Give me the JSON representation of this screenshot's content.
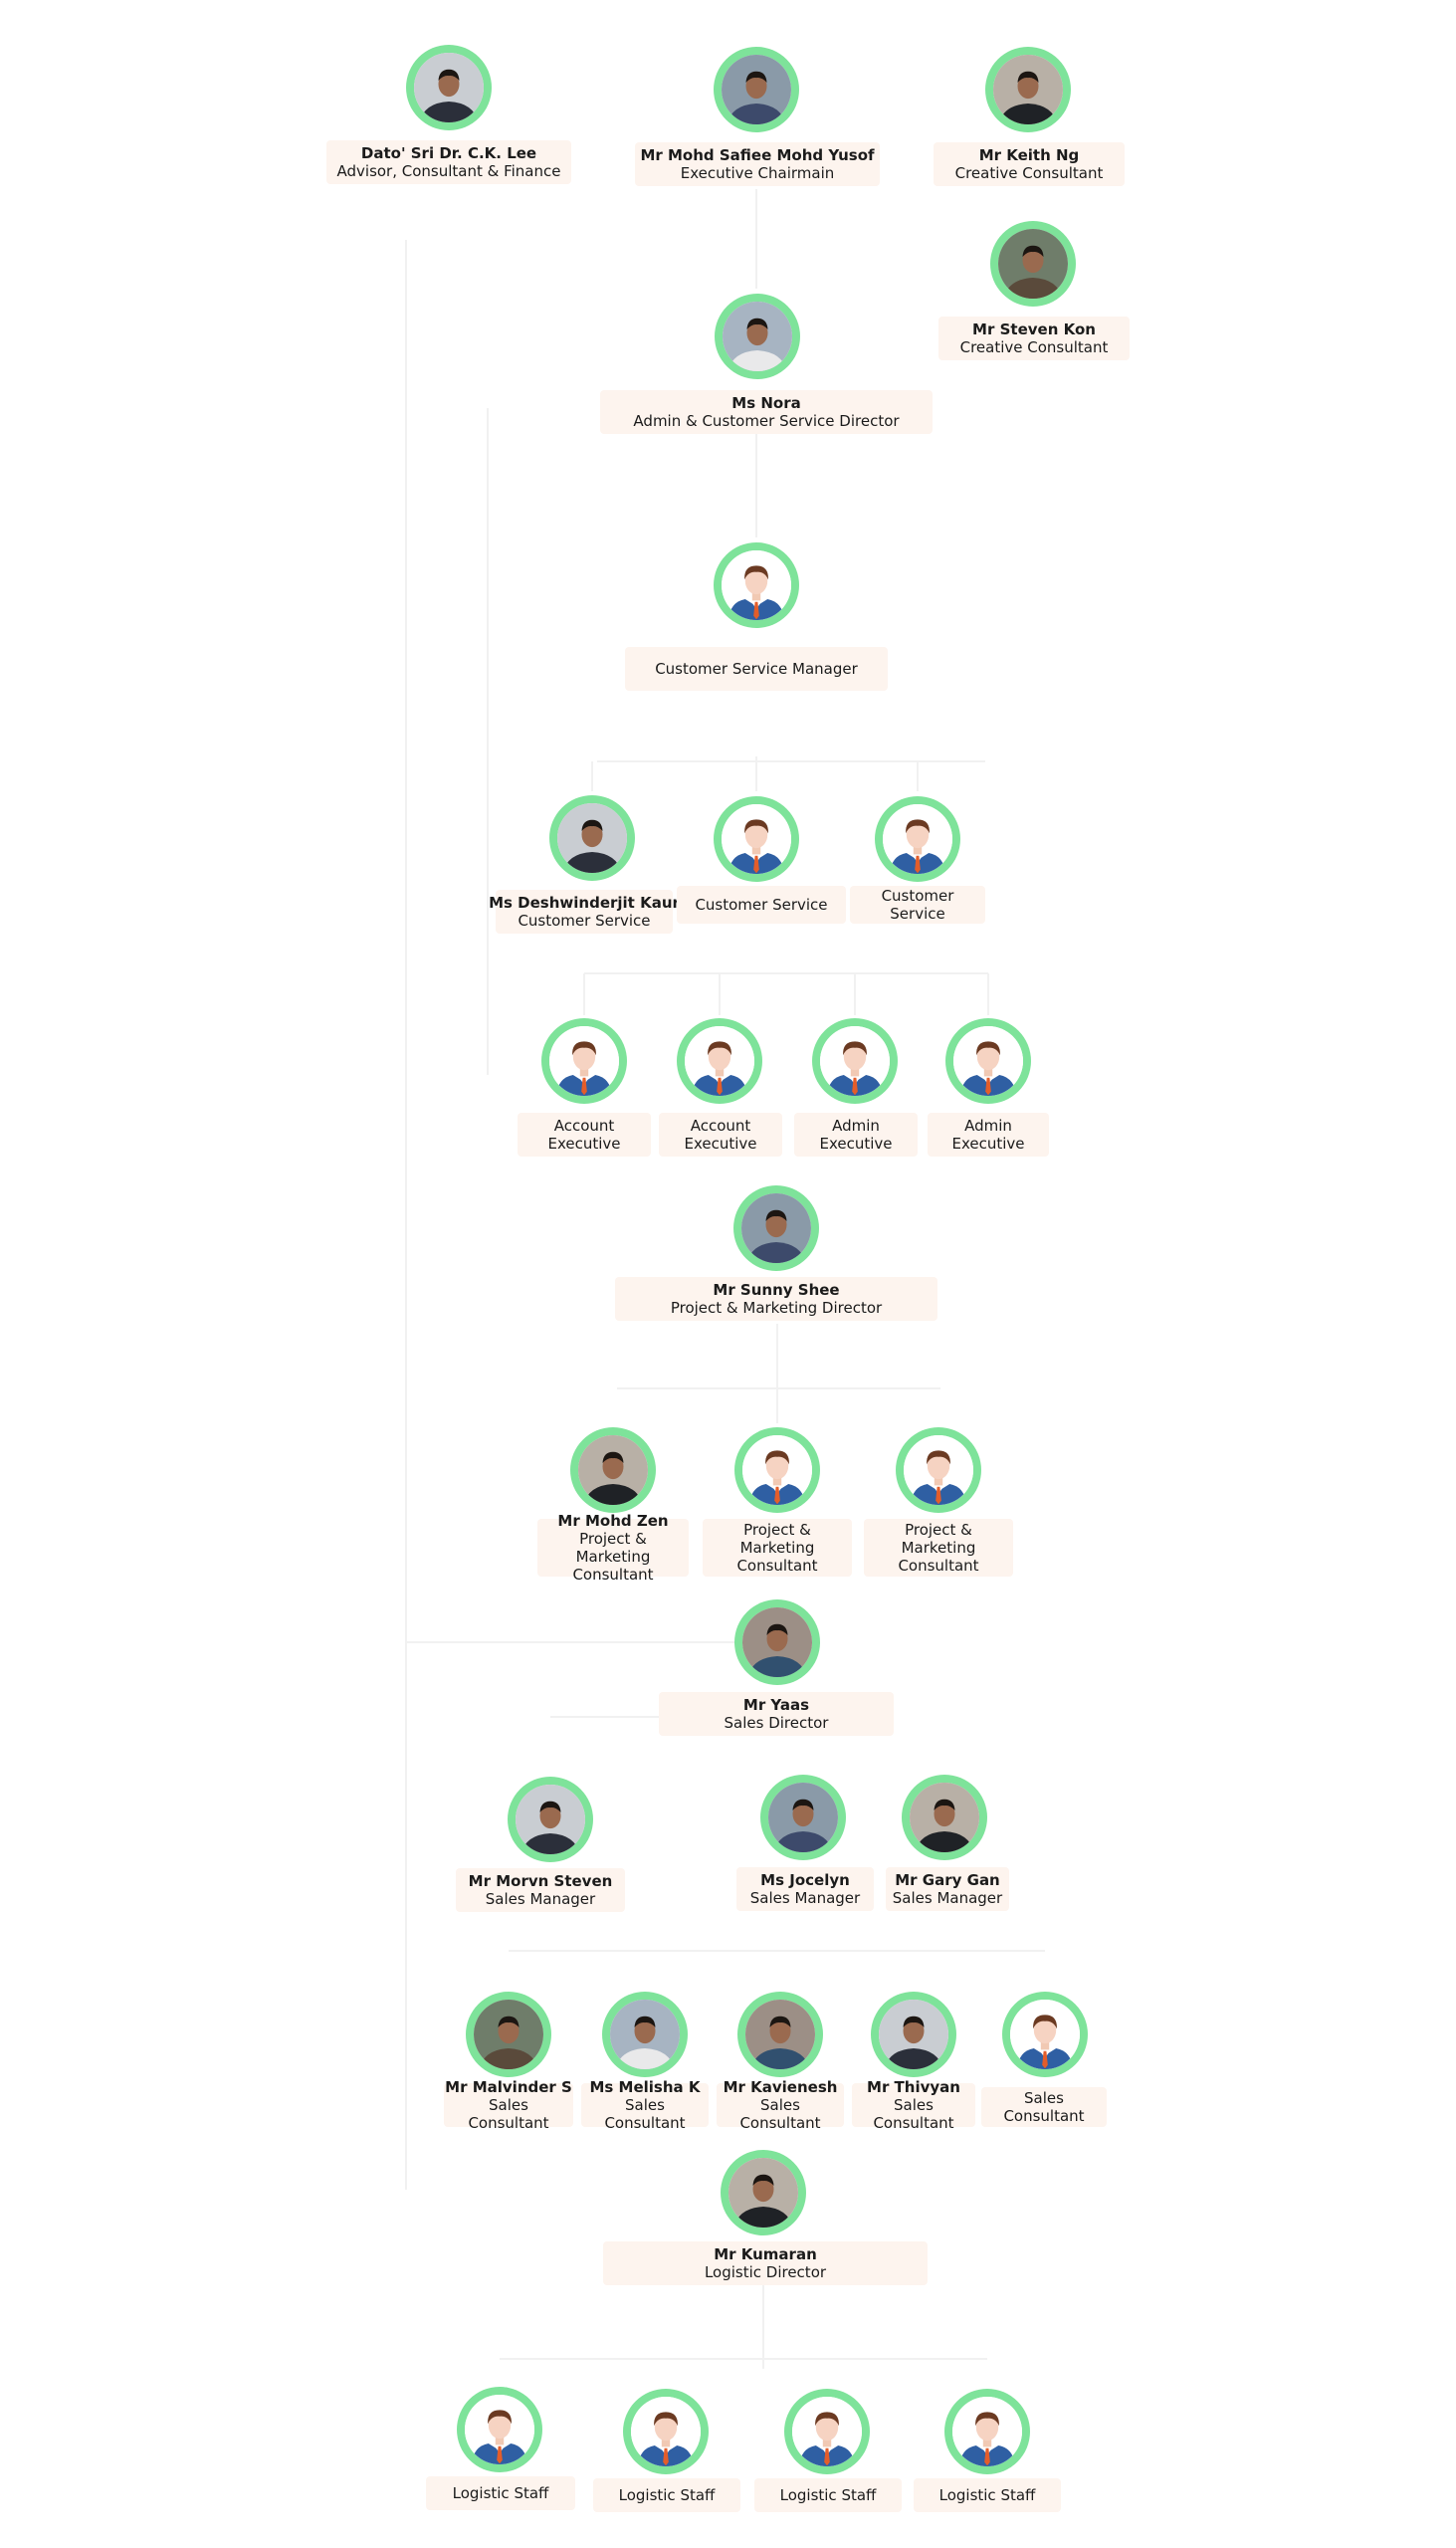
{
  "chart_title": "",
  "accent_color": "#7ee39a",
  "card_color": "#fdf4ee",
  "members": [
    {
      "id": "lee",
      "name": "Dato' Sri Dr. C.K. Lee",
      "role": "Advisor, Consultant & Finance",
      "photo": "photo-portrait-icon"
    },
    {
      "id": "safiee",
      "name": "Mr Mohd Safiee Mohd Yusof",
      "role": "Executive Chairmain",
      "photo": "photo-portrait-icon"
    },
    {
      "id": "keith",
      "name": "Mr Keith Ng",
      "role": "Creative Consultant",
      "photo": "photo-portrait-icon"
    },
    {
      "id": "steven_kon",
      "name": "Mr Steven Kon",
      "role": "Creative Consultant",
      "photo": "photo-portrait-icon"
    },
    {
      "id": "nora",
      "name": "Ms Nora",
      "role": "Admin & Customer Service Director",
      "photo": "photo-portrait-icon"
    },
    {
      "id": "csm",
      "name": "",
      "role": "Customer Service Manager",
      "photo": "placeholder-avatar-icon"
    },
    {
      "id": "deshwinderjit",
      "name": "Ms Deshwinderjit Kaur",
      "role": "Customer Service",
      "photo": "photo-portrait-icon"
    },
    {
      "id": "cs2",
      "name": "",
      "role": "Customer Service",
      "photo": "placeholder-avatar-icon"
    },
    {
      "id": "cs3",
      "name": "",
      "role": "Customer Service",
      "photo": "placeholder-avatar-icon"
    },
    {
      "id": "acc1",
      "name": "",
      "role": "Account Executive",
      "photo": "placeholder-avatar-icon"
    },
    {
      "id": "acc2",
      "name": "",
      "role": "Account Executive",
      "photo": "placeholder-avatar-icon"
    },
    {
      "id": "adm1",
      "name": "",
      "role": "Admin Executive",
      "photo": "placeholder-avatar-icon"
    },
    {
      "id": "adm2",
      "name": "",
      "role": "Admin Executive",
      "photo": "placeholder-avatar-icon"
    },
    {
      "id": "sunny",
      "name": "Mr Sunny Shee",
      "role": "Project & Marketing Director",
      "photo": "photo-portrait-icon"
    },
    {
      "id": "zen",
      "name": "Mr Mohd Zen",
      "role": "Project & Marketing Consultant",
      "photo": "photo-portrait-icon"
    },
    {
      "id": "pmc2",
      "name": "",
      "role": "Project & Marketing Consultant",
      "photo": "placeholder-avatar-icon"
    },
    {
      "id": "pmc3",
      "name": "",
      "role": "Project & Marketing Consultant",
      "photo": "placeholder-avatar-icon"
    },
    {
      "id": "yaas",
      "name": "Mr Yaas",
      "role": "Sales Director",
      "photo": "photo-portrait-icon"
    },
    {
      "id": "morvn",
      "name": "Mr Morvn Steven",
      "role": "Sales Manager",
      "photo": "photo-portrait-icon"
    },
    {
      "id": "jocelyn",
      "name": "Ms Jocelyn",
      "role": "Sales Manager",
      "photo": "photo-portrait-icon"
    },
    {
      "id": "gary",
      "name": "Mr Gary Gan",
      "role": "Sales Manager",
      "photo": "photo-portrait-icon"
    },
    {
      "id": "malvinder",
      "name": "Mr Malvinder S",
      "role": "Sales Consultant",
      "photo": "photo-portrait-icon"
    },
    {
      "id": "melisha",
      "name": "Ms Melisha K",
      "role": "Sales Consultant",
      "photo": "photo-portrait-icon"
    },
    {
      "id": "kavienesh",
      "name": "Mr Kavienesh",
      "role": "Sales Consultant",
      "photo": "photo-portrait-icon"
    },
    {
      "id": "thivyan",
      "name": "Mr Thivyan",
      "role": "Sales Consultant",
      "photo": "photo-portrait-icon"
    },
    {
      "id": "sc5",
      "name": "",
      "role": "Sales Consultant",
      "photo": "placeholder-avatar-icon"
    },
    {
      "id": "kumaran",
      "name": "Mr Kumaran",
      "role": "Logistic Director",
      "photo": "photo-portrait-icon"
    },
    {
      "id": "log1",
      "name": "",
      "role": "Logistic Staff",
      "photo": "placeholder-avatar-icon"
    },
    {
      "id": "log2",
      "name": "",
      "role": "Logistic Staff",
      "photo": "placeholder-avatar-icon"
    },
    {
      "id": "log3",
      "name": "",
      "role": "Logistic Staff",
      "photo": "placeholder-avatar-icon"
    },
    {
      "id": "log4",
      "name": "",
      "role": "Logistic Staff",
      "photo": "placeholder-avatar-icon"
    }
  ]
}
